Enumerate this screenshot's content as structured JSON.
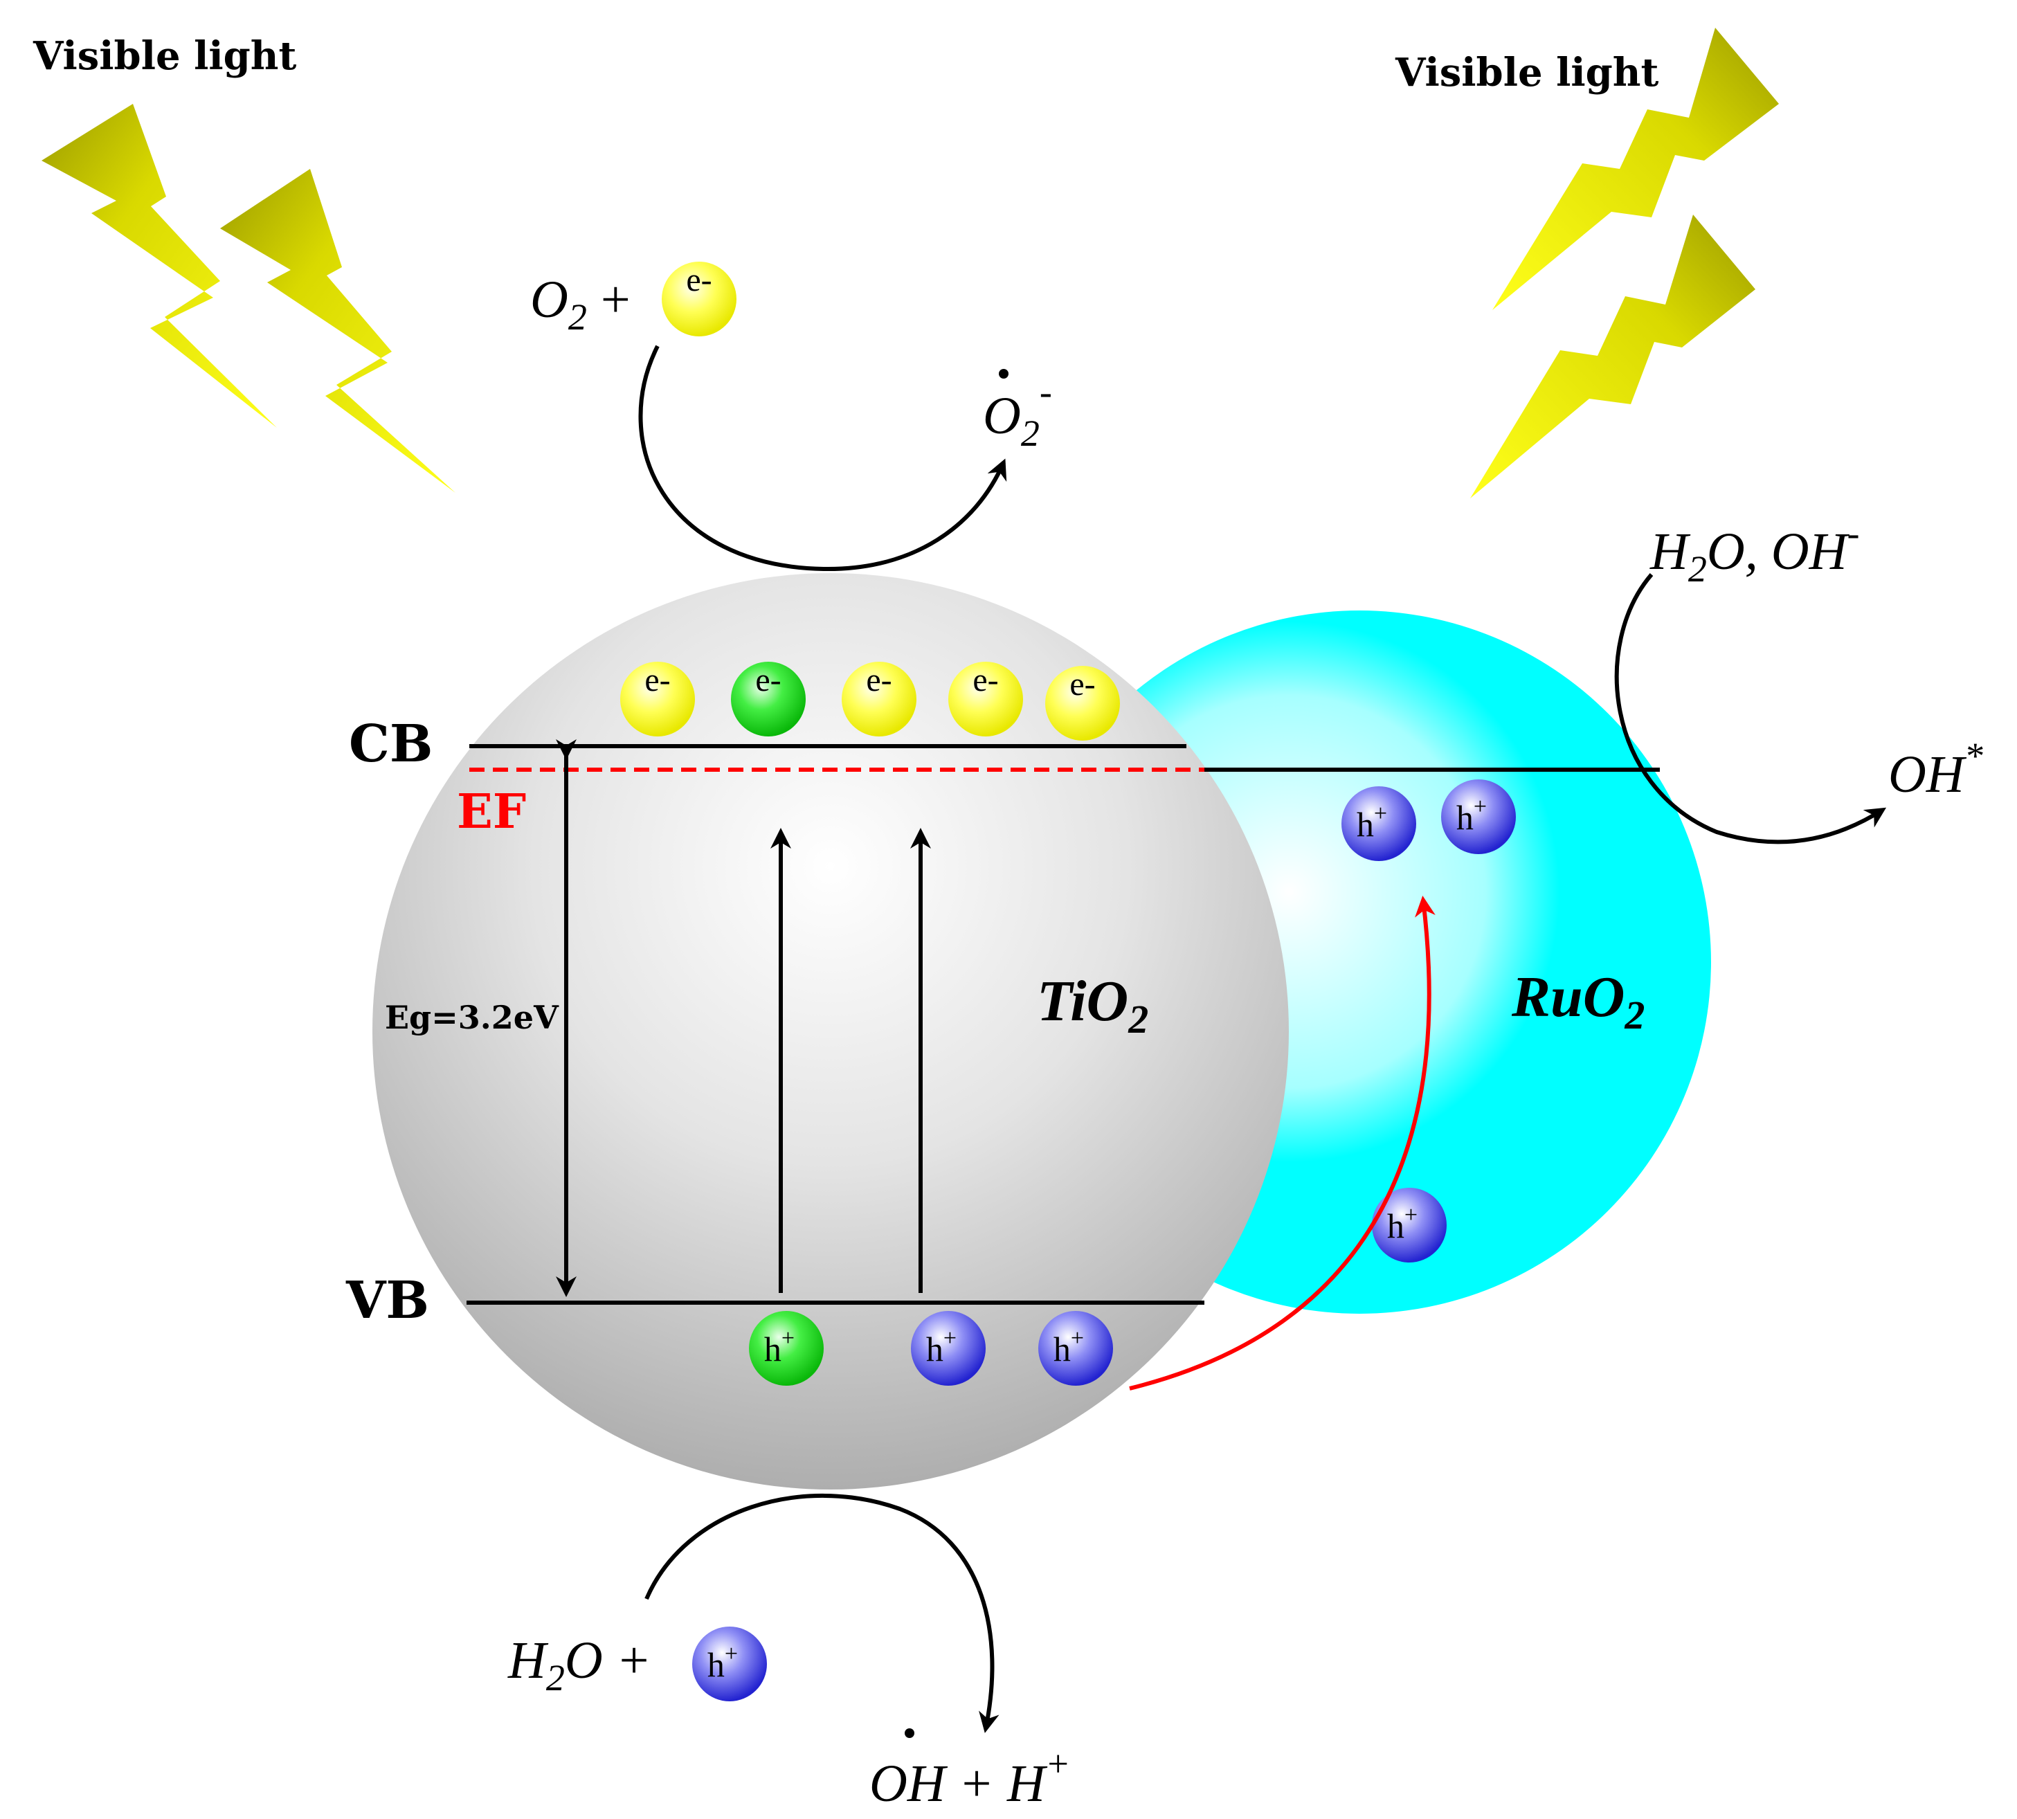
{
  "labels": {
    "light_left": "Visible light",
    "light_right": "Visible light",
    "cb": "CB",
    "ef": "EF",
    "vb": "VB",
    "eg": "Eg=3.2eV",
    "tio2_main": "TiO",
    "tio2_sub": "2",
    "ruo2_main": "RuO",
    "ruo2_sub": "2"
  },
  "reactions": {
    "o2_main": "O",
    "o2_sub": "2",
    "o2_plus": "+",
    "o2_radical_main": "O",
    "o2_radical_sub": "2",
    "o2_radical_sup": "-",
    "h2o_oh_h": "H",
    "h2o_oh_sub": "2",
    "h2o_oh_rest": "O, OH",
    "h2o_oh_sup": "-",
    "oh_star_main": "OH",
    "oh_star_sup": "*",
    "h2o_h": "H",
    "h2o_sub": "2",
    "h2o_rest": "O +",
    "oh_h_main": "OH + H",
    "oh_h_sup": "+"
  },
  "particles": {
    "electron": "e-",
    "hole": "h",
    "hole_sup": "+"
  },
  "colors": {
    "tio2_sphere": "#c8c8c8",
    "ruo2_sphere": "#00ffff",
    "lightning": "#e6e600",
    "electron_yellow": "#ffff33",
    "electron_green": "#22dd22",
    "hole_blue": "#3333dd",
    "hole_green": "#22dd22",
    "fermi_level": "#ff0000",
    "transfer_arrow": "#ff0000"
  }
}
